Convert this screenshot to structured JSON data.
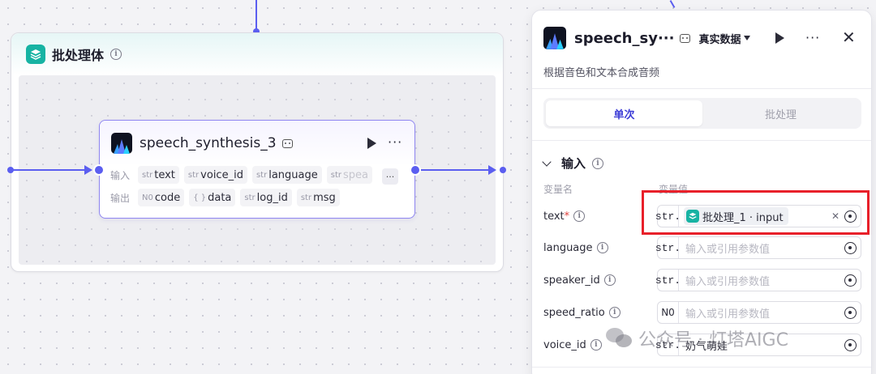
{
  "batch_node": {
    "title": "批处理体"
  },
  "speech_node": {
    "title": "speech_synthesis_3",
    "input_label": "输入",
    "output_label": "输出",
    "inputs": [
      {
        "type": "str",
        "name": "text"
      },
      {
        "type": "str",
        "name": "voice_id"
      },
      {
        "type": "str",
        "name": "language"
      },
      {
        "type": "str",
        "name": "spea"
      }
    ],
    "outputs": [
      {
        "type": "N0",
        "name": "code"
      },
      {
        "type": "{ }",
        "name": "data"
      },
      {
        "type": "str",
        "name": "log_id"
      },
      {
        "type": "str",
        "name": "msg"
      }
    ],
    "more_params": "···"
  },
  "panel": {
    "title": "speech_sy···",
    "data_mode": "真实数据",
    "description": "根据音色和文本合成音频",
    "tabs": [
      {
        "label": "单次",
        "active": true
      },
      {
        "label": "批处理",
        "active": false
      }
    ],
    "section_title": "输入",
    "col_name": "变量名",
    "col_value": "变量值",
    "params": [
      {
        "name": "text",
        "required": "*",
        "type": "str.",
        "ref_text": "批处理_1 · input"
      },
      {
        "name": "language",
        "type": "str.",
        "placeholder": "输入或引用参数值"
      },
      {
        "name": "speaker_id",
        "type": "str.",
        "placeholder": "输入或引用参数值"
      },
      {
        "name": "speed_ratio",
        "type": "N0",
        "placeholder": "输入或引用参数值"
      },
      {
        "name": "voice_id",
        "type": "str.",
        "value": "奶气萌娃"
      }
    ]
  },
  "watermark": {
    "text": "公众号 · 灯塔AIGC"
  },
  "colors": {
    "accent": "#5b5ef0",
    "batch_icon": "#17b3a3",
    "highlight": "#e8202a",
    "active_tab": "#3b3bd6"
  }
}
